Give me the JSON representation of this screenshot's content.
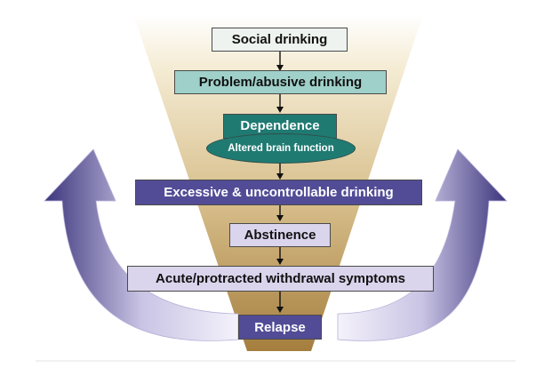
{
  "diagram": {
    "stages": {
      "social": "Social drinking",
      "problem": "Problem/abusive drinking",
      "dependence": "Dependence",
      "brain": "Altered brain function",
      "excessive": "Excessive & uncontrollable drinking",
      "abstinence": "Abstinence",
      "withdrawal": "Acute/protracted withdrawal symptoms",
      "relapse": "Relapse"
    },
    "colors": {
      "funnel_top": "#f7f0dc",
      "funnel_bottom": "#b0894a",
      "teal": "#9fd0c9",
      "dark_teal": "#1f7a72",
      "purple": "#524c96",
      "lavender": "#dad4ec",
      "arrow_dark": "#3f3a80",
      "arrow_light": "#f3f1fb"
    }
  }
}
